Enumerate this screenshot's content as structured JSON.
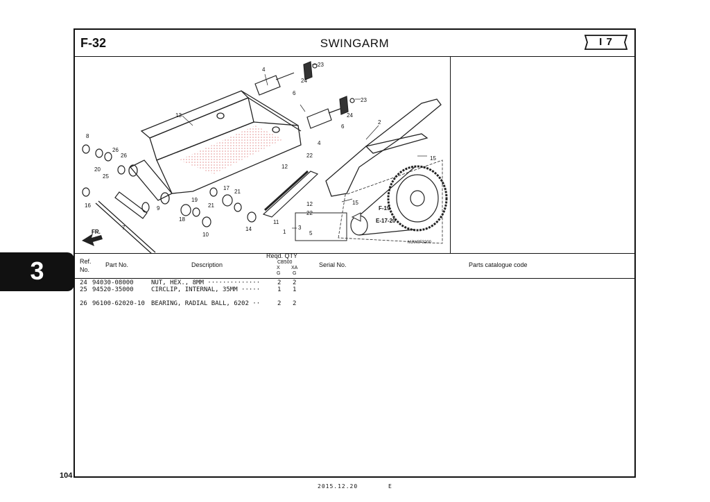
{
  "header": {
    "figure_no": "F-32",
    "title": "SWINGARM",
    "badge": "I 7"
  },
  "section_tab": "3",
  "page_number": "104",
  "illustration": {
    "code": "MJW3F3200",
    "refs": {
      "r1": "1",
      "r2": "2",
      "r3": "3",
      "r4a": "4",
      "r4b": "4",
      "r5": "5",
      "r6a": "6",
      "r6b": "6",
      "r7": "7",
      "r8": "8",
      "r9": "9",
      "r10": "10",
      "r11": "11",
      "r12a": "12",
      "r12b": "12",
      "r13": "13",
      "r14": "14",
      "r15a": "15",
      "r15b": "15",
      "r16": "16",
      "r17": "17",
      "r18": "18",
      "r19": "19",
      "r20": "20",
      "r21a": "21",
      "r21b": "21",
      "r22a": "22",
      "r22b": "22",
      "r23a": "23",
      "r23b": "23",
      "r24a": "24",
      "r24b": "24",
      "r25": "25",
      "r26a": "26",
      "r26b": "26"
    },
    "cross_refs": {
      "f19": "F-19",
      "e1720": "E-17-20"
    },
    "front_label": "FR."
  },
  "table": {
    "headers": {
      "ref_line1": "Ref.",
      "ref_line2": "No.",
      "part_no": "Part No.",
      "description": "Description",
      "reqd_qty": "Reqd. QTY",
      "model": "CB500",
      "col_x": "X",
      "col_xa": "XA",
      "col_x_sub": "G",
      "col_xa_sub": "G",
      "serial_no": "Serial No.",
      "catalogue_code": "Parts catalogue code"
    },
    "rows": [
      {
        "ref": "24",
        "part_no": "94030-08000",
        "description": "NUT, HEX., 8MM ··············",
        "qty_x": "2",
        "qty_xa": "2"
      },
      {
        "ref": "25",
        "part_no": "94520-35000",
        "description": "CIRCLIP, INTERNAL, 35MM ·····",
        "qty_x": "1",
        "qty_xa": "1"
      },
      {
        "ref": "26",
        "part_no": "96100-62020-10",
        "description": "BEARING, RADIAL BALL, 6202 ··",
        "qty_x": "2",
        "qty_xa": "2"
      }
    ]
  },
  "footer": {
    "date": "2015.12.20",
    "edition": "E"
  }
}
